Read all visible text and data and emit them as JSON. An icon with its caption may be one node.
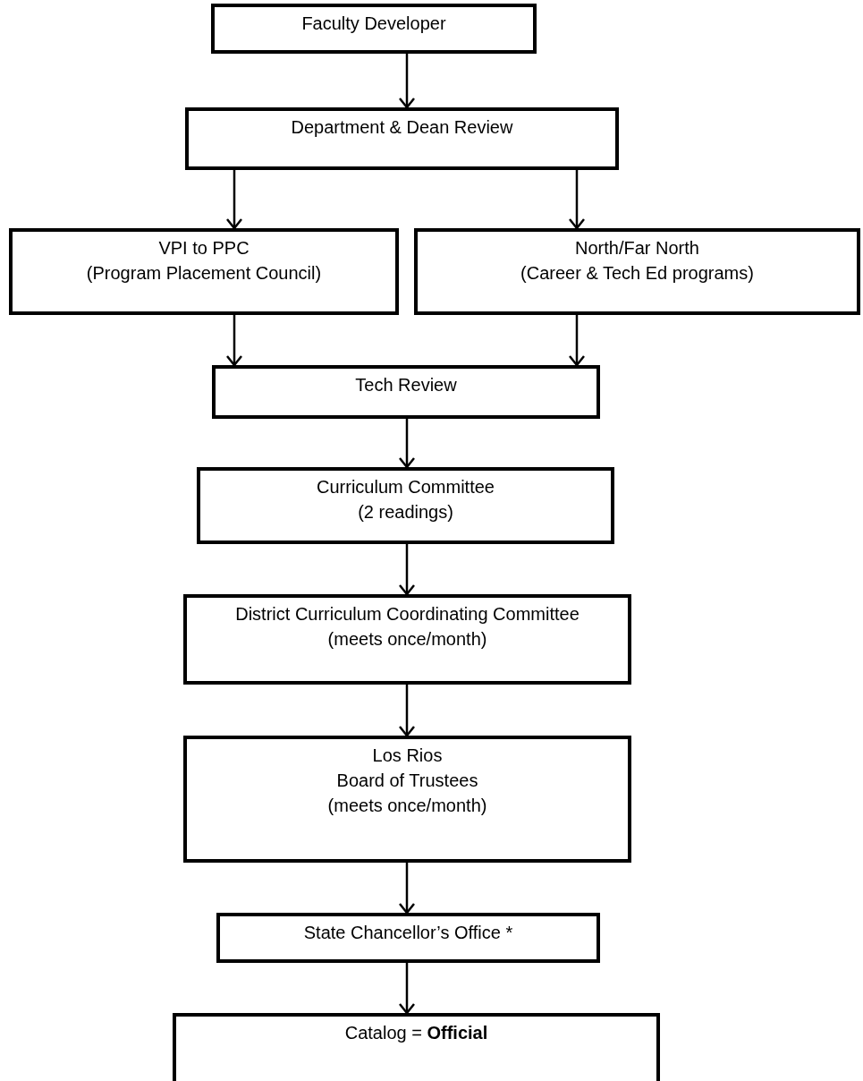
{
  "diagram": {
    "nodes": [
      {
        "text": [
          "Faculty Developer"
        ]
      },
      {
        "text": [
          "Department & Dean Review"
        ]
      },
      {
        "text": [
          "VPI to PPC",
          "(Program Placement Council)"
        ]
      },
      {
        "text": [
          "North/Far North",
          "(Career & Tech Ed programs)"
        ]
      },
      {
        "text": [
          "Tech Review"
        ]
      },
      {
        "text": [
          "Curriculum Committee",
          "(2 readings)"
        ]
      },
      {
        "text": [
          "District Curriculum Coordinating Committee",
          "(meets once/month)"
        ]
      },
      {
        "text": [
          "Los Rios",
          "Board of Trustees",
          "(meets once/month)"
        ]
      },
      {
        "text": [
          "State Chancellor’s Office *"
        ]
      },
      {
        "text": [
          "Catalog = **Official**"
        ]
      }
    ],
    "edges": [
      {
        "from": 0,
        "to": 1,
        "arrow": "to"
      },
      {
        "from": 1,
        "to": 2,
        "arrow": "to"
      },
      {
        "from": 1,
        "to": 3,
        "arrow": "to"
      },
      {
        "from": 2,
        "to": 4,
        "arrow": "to"
      },
      {
        "from": 3,
        "to": 4,
        "arrow": "to"
      },
      {
        "from": 4,
        "to": 5,
        "arrow": "to"
      },
      {
        "from": 5,
        "to": 6,
        "arrow": "to"
      },
      {
        "from": 6,
        "to": 7,
        "arrow": "to"
      },
      {
        "from": 7,
        "to": 8,
        "arrow": "to"
      },
      {
        "from": 8,
        "to": 9,
        "arrow": "to"
      }
    ]
  }
}
